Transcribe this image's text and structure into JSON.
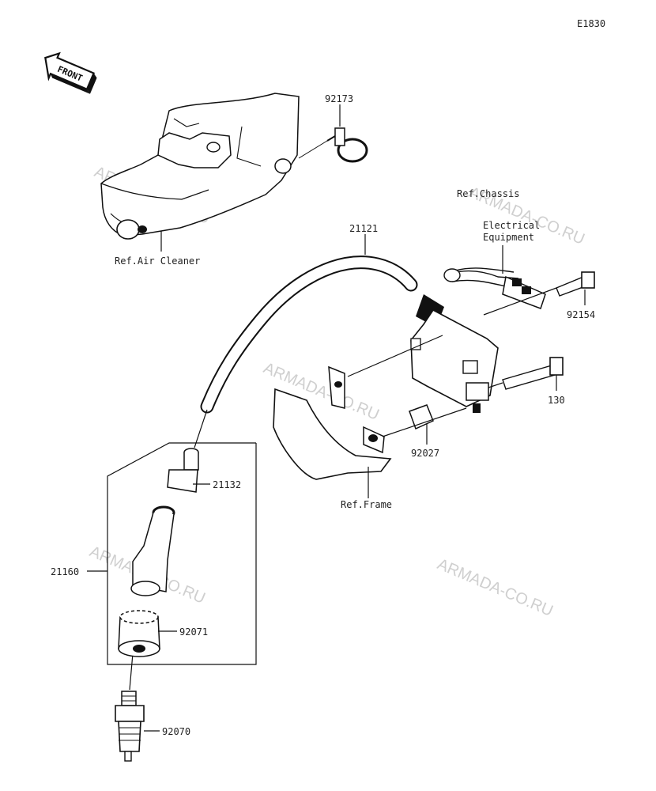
{
  "diagram_code": "E1830",
  "front_arrow_text": "FRONT",
  "watermark": "ARMADA-CO.RU",
  "references": {
    "air_cleaner": "Ref.Air Cleaner",
    "chassis_line1": "Ref.Chassis",
    "chassis_line2": "Electrical",
    "chassis_line3": "Equipment",
    "frame": "Ref.Frame"
  },
  "part_numbers": {
    "clamp": "92173",
    "ignition_coil": "21121",
    "bolt_a": "92154",
    "bolt_b": "130",
    "collar": "92027",
    "cap_end": "21132",
    "plug_cap_assy": "21160",
    "boot": "92071",
    "spark_plug": "92070"
  }
}
